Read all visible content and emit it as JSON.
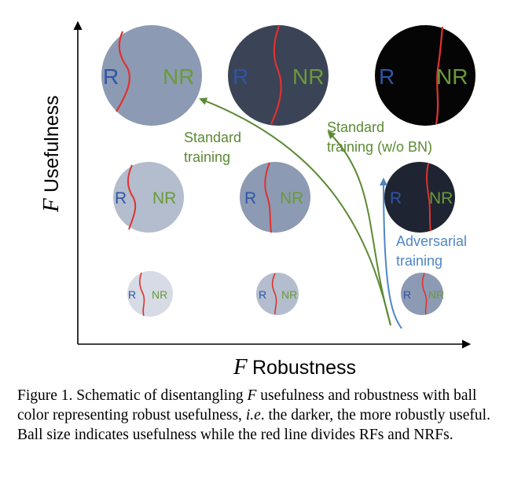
{
  "axes": {
    "x_label": "Robustness",
    "y_label": "Usefulness",
    "f_symbol": "F"
  },
  "ball_labels": {
    "robust": "R",
    "non_robust": "NR"
  },
  "arrows": {
    "standard_line1": "Standard",
    "standard_line2": "training",
    "standard_bn_line1": "Standard",
    "standard_bn_line2": "training (w/o BN)",
    "adversarial_line1": "Adversarial",
    "adversarial_line2": "training"
  },
  "colors": {
    "r_label": "#2f55a4",
    "nr_label": "#6a9a3a",
    "divider": "#e0322e",
    "standard_arrow": "#5b8a33",
    "adversarial_arrow": "#4f86c6",
    "ball_light": "#d6dbe5",
    "ball_lightmid": "#b3bdcd",
    "ball_mid": "#8d9ab3",
    "ball_dark": "#3b4356",
    "ball_darker": "#1e2432",
    "ball_black": "#050506"
  },
  "caption": {
    "part1": "Figure 1. Schematic of disentangling ",
    "f": "F",
    "part2": " usefulness and robustness with ball color representing robust usefulness, ",
    "ie": "i.e",
    "part3": ". the darker, the more robustly useful. Ball size indicates usefulness while the red line divides RFs and NRFs."
  }
}
